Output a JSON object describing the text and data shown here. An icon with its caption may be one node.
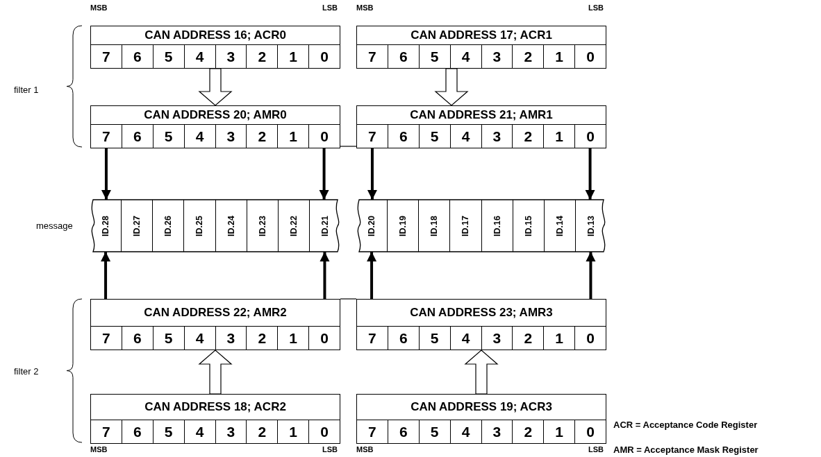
{
  "diagram": {
    "nodes": [
      {
        "text": [
          "CAN ADDRESS 16; ACR0"
        ]
      },
      {
        "text": [
          "7"
        ],
        "in": 0
      },
      {
        "text": [
          "6"
        ],
        "in": 0
      },
      {
        "text": [
          "5"
        ],
        "in": 0
      },
      {
        "text": [
          "4"
        ],
        "in": 0
      },
      {
        "text": [
          "3"
        ],
        "in": 0
      },
      {
        "text": [
          "2"
        ],
        "in": 0
      },
      {
        "text": [
          "1"
        ],
        "in": 0
      },
      {
        "text": [
          "0"
        ],
        "in": 0
      },
      {
        "text": [
          "CAN ADDRESS 17; ACR1"
        ]
      },
      {
        "text": [
          "7"
        ],
        "in": 9
      },
      {
        "text": [
          "6"
        ],
        "in": 9
      },
      {
        "text": [
          "5"
        ],
        "in": 9
      },
      {
        "text": [
          "4"
        ],
        "in": 9
      },
      {
        "text": [
          "3"
        ],
        "in": 9
      },
      {
        "text": [
          "2"
        ],
        "in": 9
      },
      {
        "text": [
          "1"
        ],
        "in": 9
      },
      {
        "text": [
          "0"
        ],
        "in": 9
      },
      {
        "text": [
          "CAN ADDRESS 20; AMR0"
        ]
      },
      {
        "text": [
          "7"
        ],
        "in": 18
      },
      {
        "text": [
          "6"
        ],
        "in": 18
      },
      {
        "text": [
          "5"
        ],
        "in": 18
      },
      {
        "text": [
          "4"
        ],
        "in": 18
      },
      {
        "text": [
          "3"
        ],
        "in": 18
      },
      {
        "text": [
          "2"
        ],
        "in": 18
      },
      {
        "text": [
          "1"
        ],
        "in": 18
      },
      {
        "text": [
          "0"
        ],
        "in": 18
      },
      {
        "text": [
          "CAN ADDRESS 21; AMR1"
        ]
      },
      {
        "text": [
          "7"
        ],
        "in": 27
      },
      {
        "text": [
          "6"
        ],
        "in": 27
      },
      {
        "text": [
          "5"
        ],
        "in": 27
      },
      {
        "text": [
          "4"
        ],
        "in": 27
      },
      {
        "text": [
          "3"
        ],
        "in": 27
      },
      {
        "text": [
          "2"
        ],
        "in": 27
      },
      {
        "text": [
          "1"
        ],
        "in": 27
      },
      {
        "text": [
          "0"
        ],
        "in": 27
      },
      {
        "text": [],
        "shape": "box"
      },
      {
        "text": [
          "ID.28"
        ],
        "in": 36
      },
      {
        "text": [
          "ID.27"
        ],
        "in": 36
      },
      {
        "text": [
          "ID.26"
        ],
        "in": 36
      },
      {
        "text": [
          "ID.25"
        ],
        "in": 36
      },
      {
        "text": [
          "ID.24"
        ],
        "in": 36
      },
      {
        "text": [
          "ID.23"
        ],
        "in": 36
      },
      {
        "text": [
          "ID.22"
        ],
        "in": 36
      },
      {
        "text": [
          "ID.21"
        ],
        "in": 36
      },
      {
        "text": [],
        "shape": "box"
      },
      {
        "text": [
          "ID.20"
        ],
        "in": 45
      },
      {
        "text": [
          "ID.19"
        ],
        "in": 45
      },
      {
        "text": [
          "ID.18"
        ],
        "in": 45
      },
      {
        "text": [
          "ID.17"
        ],
        "in": 45
      },
      {
        "text": [
          "ID.16"
        ],
        "in": 45
      },
      {
        "text": [
          "ID.15"
        ],
        "in": 45
      },
      {
        "text": [
          "ID.14"
        ],
        "in": 45
      },
      {
        "text": [
          "ID.13"
        ],
        "in": 45
      },
      {
        "text": [
          "CAN ADDRESS 22; AMR2"
        ]
      },
      {
        "text": [
          "7"
        ],
        "in": 54
      },
      {
        "text": [
          "6"
        ],
        "in": 54
      },
      {
        "text": [
          "5"
        ],
        "in": 54
      },
      {
        "text": [
          "4"
        ],
        "in": 54
      },
      {
        "text": [
          "3"
        ],
        "in": 54
      },
      {
        "text": [
          "2"
        ],
        "in": 54
      },
      {
        "text": [
          "1"
        ],
        "in": 54
      },
      {
        "text": [
          "0"
        ],
        "in": 54
      },
      {
        "text": [
          "CAN ADDRESS 23; AMR3"
        ]
      },
      {
        "text": [
          "7"
        ],
        "in": 63
      },
      {
        "text": [
          "6"
        ],
        "in": 63
      },
      {
        "text": [
          "5"
        ],
        "in": 63
      },
      {
        "text": [
          "4"
        ],
        "in": 63
      },
      {
        "text": [
          "3"
        ],
        "in": 63
      },
      {
        "text": [
          "2"
        ],
        "in": 63
      },
      {
        "text": [
          "1"
        ],
        "in": 63
      },
      {
        "text": [
          "0"
        ],
        "in": 63
      },
      {
        "text": [
          "CAN ADDRESS 18; ACR2"
        ]
      },
      {
        "text": [
          "7"
        ],
        "in": 72
      },
      {
        "text": [
          "6"
        ],
        "in": 72
      },
      {
        "text": [
          "5"
        ],
        "in": 72
      },
      {
        "text": [
          "4"
        ],
        "in": 72
      },
      {
        "text": [
          "3"
        ],
        "in": 72
      },
      {
        "text": [
          "2"
        ],
        "in": 72
      },
      {
        "text": [
          "1"
        ],
        "in": 72
      },
      {
        "text": [
          "0"
        ],
        "in": 72
      },
      {
        "text": [
          "CAN ADDRESS 19; ACR3"
        ]
      },
      {
        "text": [
          "7"
        ],
        "in": 81
      },
      {
        "text": [
          "6"
        ],
        "in": 81
      },
      {
        "text": [
          "5"
        ],
        "in": 81
      },
      {
        "text": [
          "4"
        ],
        "in": 81
      },
      {
        "text": [
          "3"
        ],
        "in": 81
      },
      {
        "text": [
          "2"
        ],
        "in": 81
      },
      {
        "text": [
          "1"
        ],
        "in": 81
      },
      {
        "text": [
          "0"
        ],
        "in": 81
      }
    ],
    "edges": [
      {
        "from": 0,
        "to": 18,
        "arrow": "to",
        "style": "thick"
      },
      {
        "from": 9,
        "to": 27,
        "arrow": "to",
        "style": "thick"
      },
      {
        "from": 19,
        "to": 37,
        "arrow": "to"
      },
      {
        "from": 26,
        "to": 44,
        "arrow": "to"
      },
      {
        "from": 28,
        "to": 46,
        "arrow": "to"
      },
      {
        "from": 35,
        "to": 53,
        "arrow": "to"
      },
      {
        "from": 54,
        "to": 37,
        "arrow": "to"
      },
      {
        "from": 54,
        "to": 44,
        "arrow": "to"
      },
      {
        "from": 63,
        "to": 46,
        "arrow": "to"
      },
      {
        "from": 63,
        "to": 53,
        "arrow": "to"
      },
      {
        "from": 72,
        "to": 54,
        "arrow": "to",
        "style": "thick"
      },
      {
        "from": 81,
        "to": 63,
        "arrow": "to",
        "style": "thick"
      }
    ],
    "labels": [
      "MSB",
      "LSB",
      "MSB",
      "LSB",
      "filter 1",
      "message",
      "filter 2",
      "ACR = Acceptance Code Register",
      "MSB",
      "LSB",
      "MSB",
      "LSB",
      "AMR = Acceptance Mask Register"
    ]
  }
}
